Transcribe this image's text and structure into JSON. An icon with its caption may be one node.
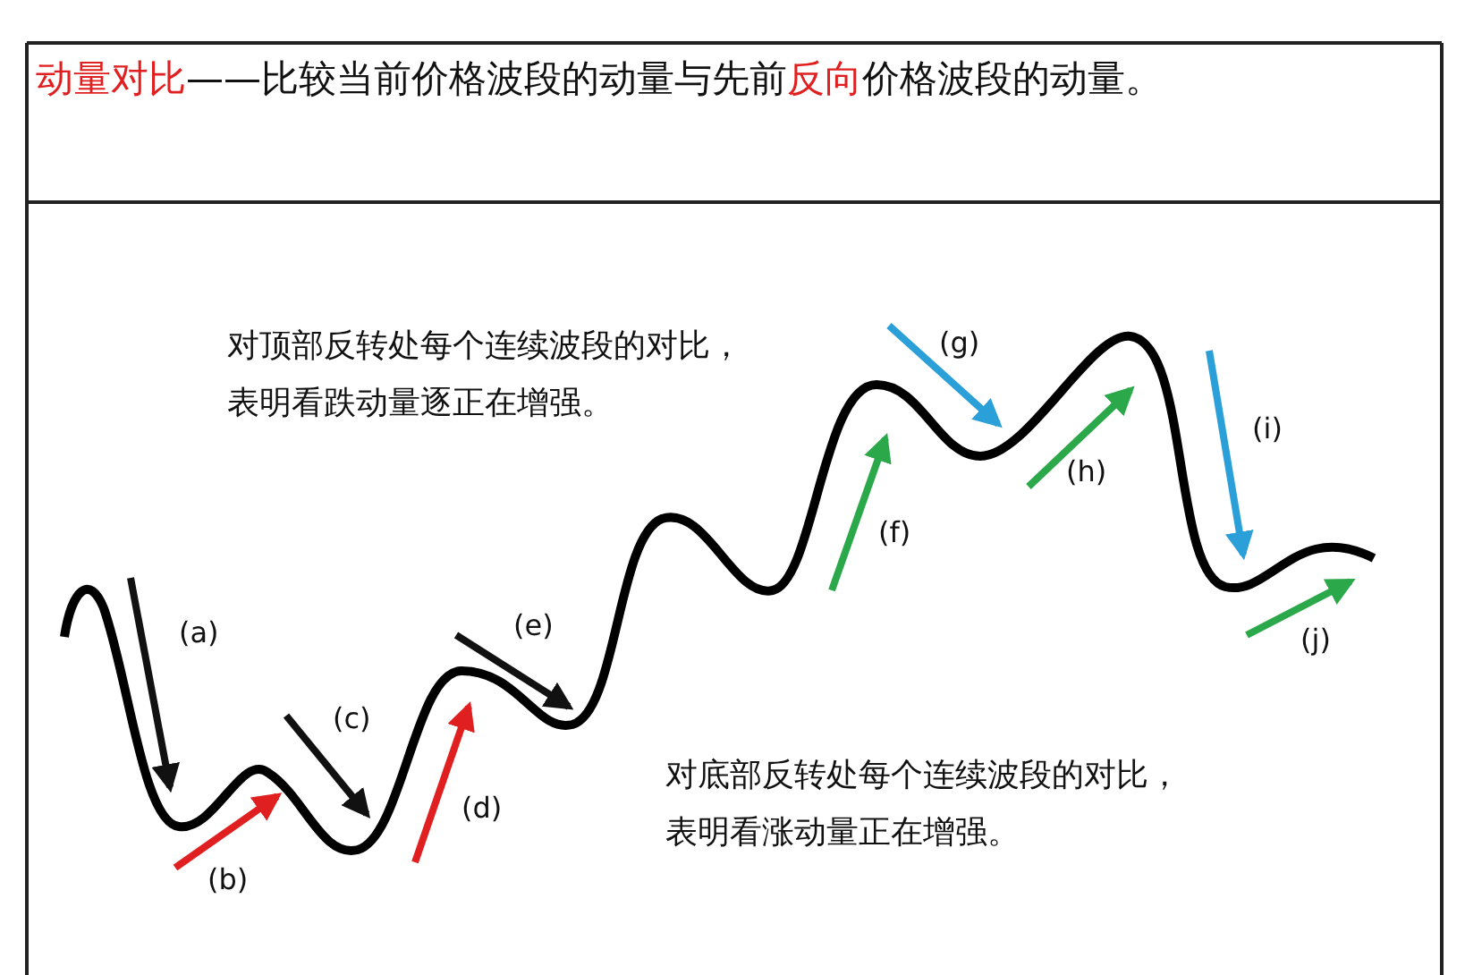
{
  "diagram": {
    "title": "**动量对比**——比较当前价格波段的动量与先前**反向**价格波段的动量。",
    "labels": [
      "对顶部反转处每个连续波段的对比，表明看跌动量逐正在增强。",
      "(g)",
      "(i)",
      "(f)",
      "(h)",
      "(a)",
      "(e)",
      "(j)",
      "(c)",
      "(d)",
      "对底部反转处每个连续波段的对比，表明看涨动量正在增强。",
      "(b)"
    ]
  }
}
